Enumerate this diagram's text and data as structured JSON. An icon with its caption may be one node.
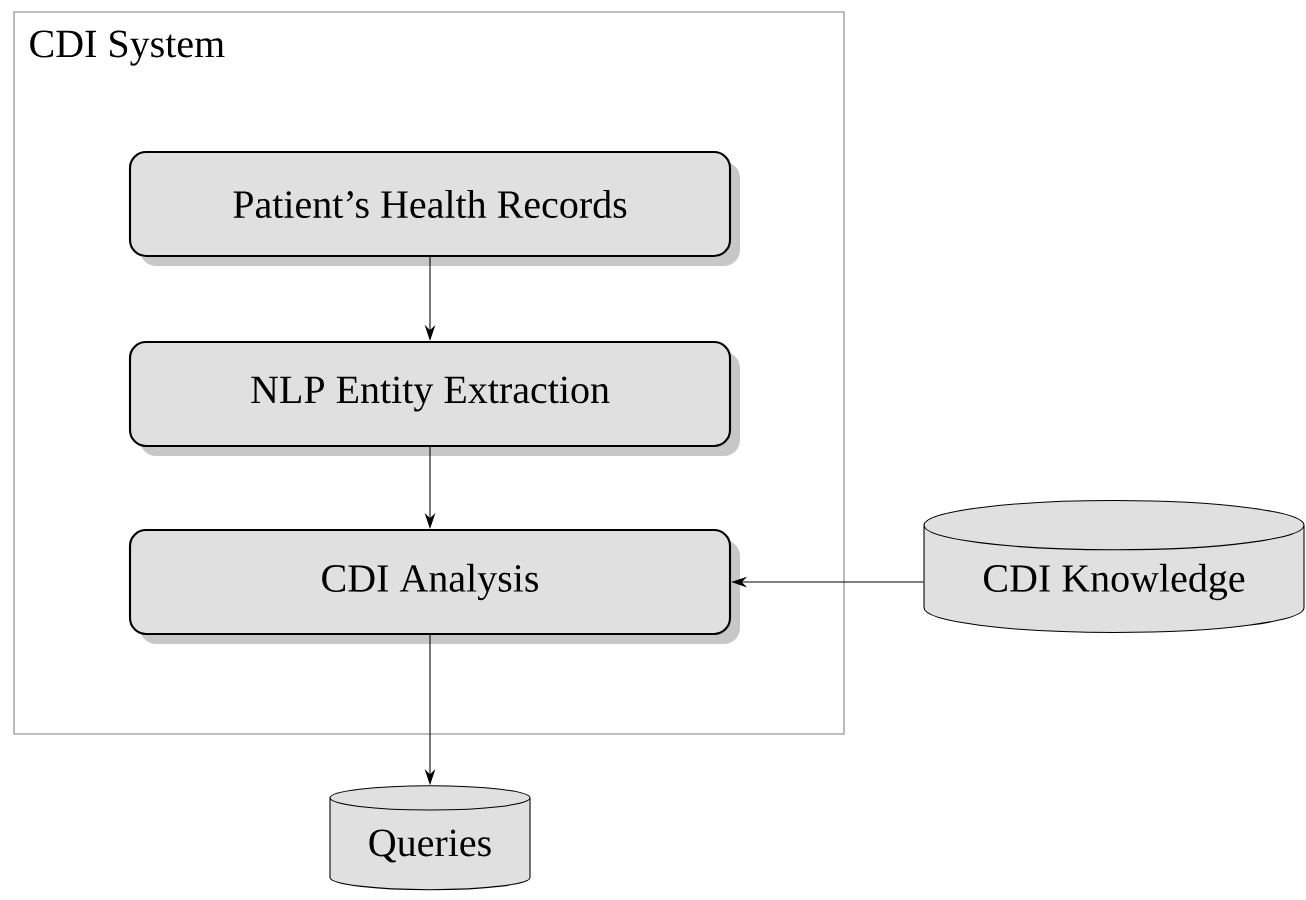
{
  "diagram": {
    "nodes": [
      {
        "text": [
          "CDI System"
        ]
      },
      {
        "text": [
          "Patient’s Health Records"
        ],
        "in": 0
      },
      {
        "text": [
          "NLP Entity Extraction"
        ],
        "in": 0
      },
      {
        "text": [
          "CDI Analysis"
        ],
        "in": 0
      },
      {
        "text": [
          "CDI Knowledge"
        ]
      },
      {
        "text": [
          "Queries"
        ]
      }
    ],
    "edges": [
      {
        "from": 1,
        "to": 2,
        "arrow": "to"
      },
      {
        "from": 2,
        "to": 3,
        "arrow": "to"
      },
      {
        "from": 4,
        "to": 3,
        "arrow": "to"
      },
      {
        "from": 3,
        "to": 5,
        "arrow": "to"
      }
    ]
  }
}
